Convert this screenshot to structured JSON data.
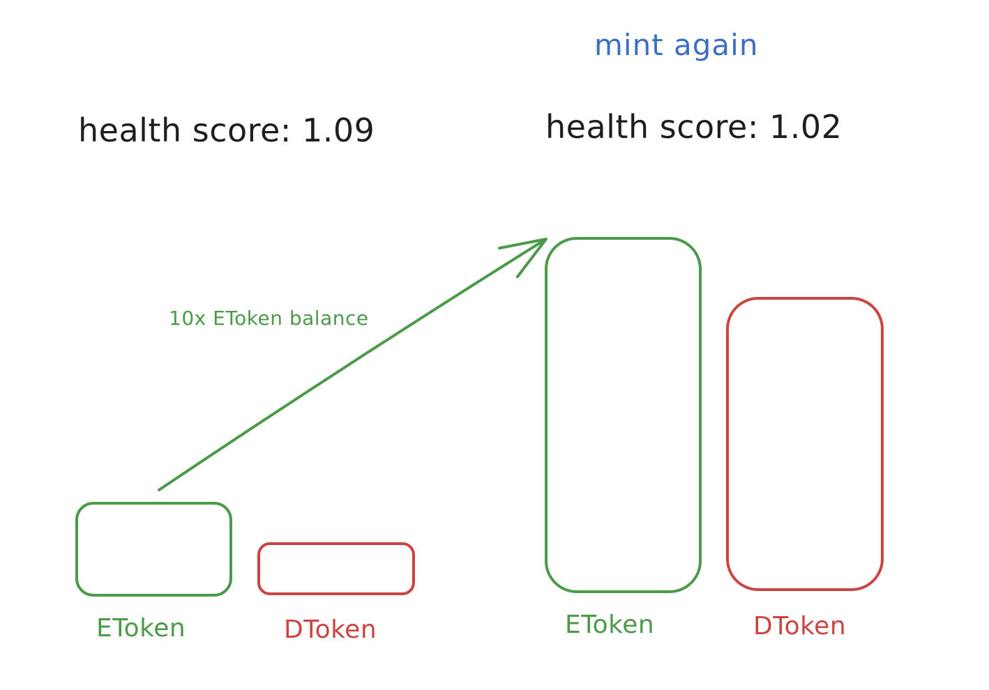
{
  "colors": {
    "green": "#4a9a4a",
    "red": "#cc4440",
    "blue": "#3b6fc4",
    "ink": "#1e1e1e"
  },
  "before": {
    "health_score": "health score: 1.09",
    "etoken_label": "EToken",
    "dtoken_label": "DToken"
  },
  "after": {
    "title": "mint again",
    "health_score": "health score: 1.02",
    "etoken_label": "EToken",
    "dtoken_label": "DToken"
  },
  "arrow": {
    "label": "10x EToken balance"
  }
}
